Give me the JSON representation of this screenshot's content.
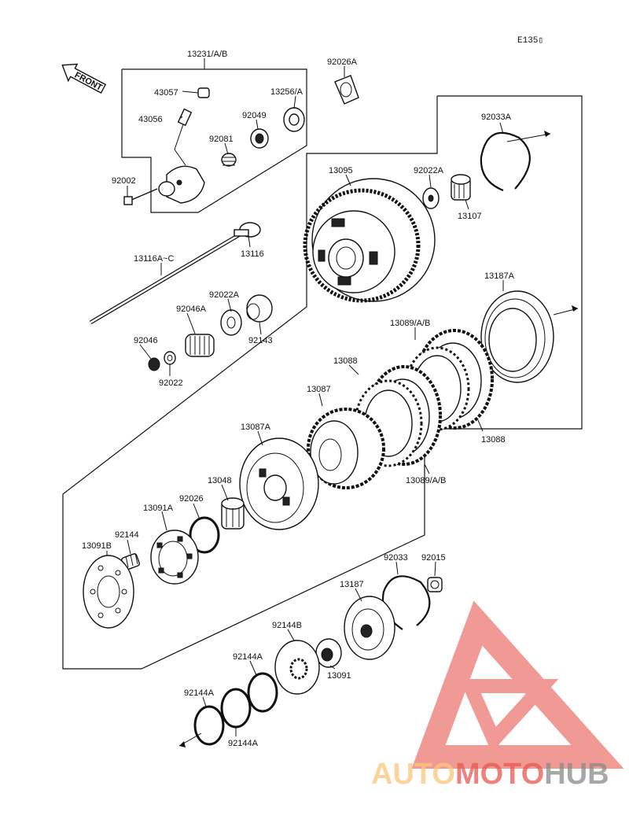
{
  "diagram": {
    "code": "E135▯",
    "front_label": "FRONT",
    "labels": {
      "p13231": "13231/A/B",
      "p92026A": "92026A",
      "p43057": "43057",
      "p13256": "13256/A",
      "p43056": "43056",
      "p92049": "92049",
      "p92081": "92081",
      "p92002": "92002",
      "p13116": "13116",
      "p13116A": "13116A~C",
      "p92022A_l": "92022A",
      "p92046A": "92046A",
      "p92143": "92143",
      "p92046": "92046",
      "p92022": "92022",
      "p13095": "13095",
      "p92022A_r": "92022A",
      "p92033A": "92033A",
      "p13107": "13107",
      "p13187A": "13187A",
      "p13089_t": "13089/A/B",
      "p13088_t": "13088",
      "p13087": "13087",
      "p13088_b": "13088",
      "p13087A": "13087A",
      "p13089_b": "13089/A/B",
      "p13048": "13048",
      "p92026": "92026",
      "p13091A": "13091A",
      "p92144": "92144",
      "p13091B": "13091B",
      "p92033": "92033",
      "p92015": "92015",
      "p13187": "13187",
      "p92144B": "92144B",
      "p92144A_1": "92144A",
      "p13091": "13091",
      "p92144A_2": "92144A",
      "p92144A_3": "92144A"
    }
  },
  "watermark": {
    "part1": "AUTO",
    "part2": "MOTO",
    "part3": "HUB",
    "color_light": "#f8c87a",
    "color_red": "#e8584f",
    "color_gray": "#8a8a8a"
  }
}
